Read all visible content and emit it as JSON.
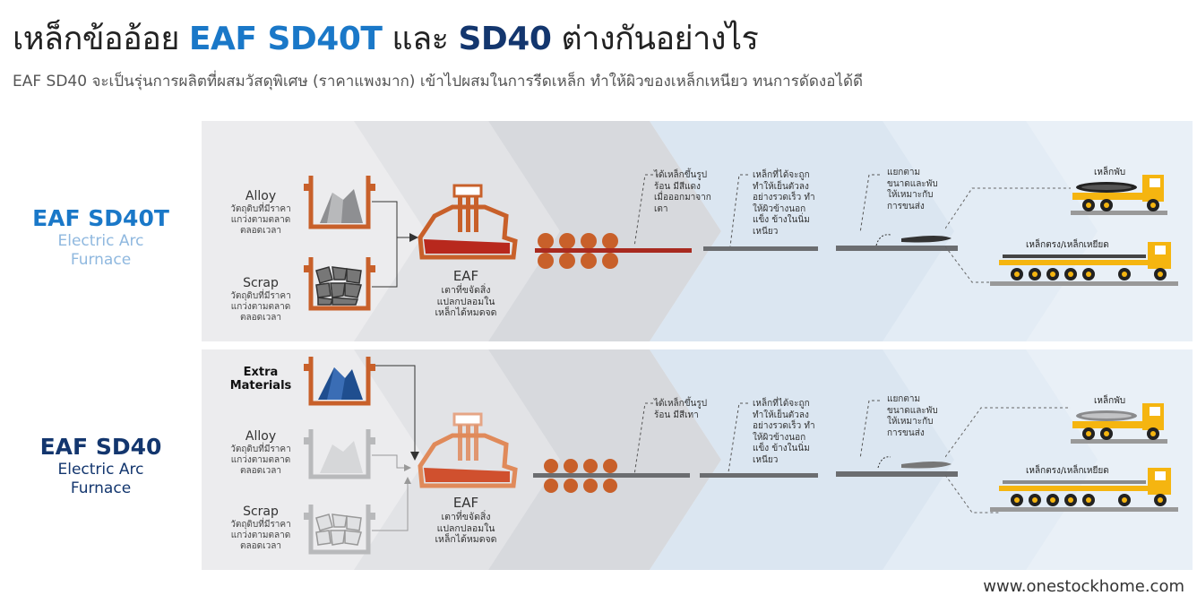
{
  "header": {
    "title_prefix": "เหล็กข้ออ้อย",
    "title_product_a": "EAF SD40T",
    "title_mid": "และ",
    "title_product_b": "SD40",
    "title_suffix": "ต่างกันอย่างไร",
    "subtitle": "EAF SD40 จะเป็นรุ่นการผลิตที่ผสมวัสดุพิเศษ (ราคาแพงมาก) เข้าไปผสมในการรีดเหล็ก ทำให้ผิวของเหล็กเหนียว ทนการดัดงอได้ดี"
  },
  "rows": [
    {
      "product": "EAF SD40T",
      "product_line1": "Electric Arc",
      "product_line2": "Furnace",
      "accent": "#1a78c8",
      "extra_material": null,
      "alloy_name": "Alloy",
      "alloy_desc": [
        "วัตถุดิบที่มีราคา",
        "แกว่งตามตลาด",
        "ตลอดเวลา"
      ],
      "scrap_name": "Scrap",
      "scrap_desc": [
        "วัตถุดิบที่มีราคา",
        "แกว่งตามตลาด",
        "ตลอดเวลา"
      ],
      "eaf_name": "EAF",
      "eaf_desc": [
        "เตาที่ขจัดสิ่ง",
        "แปลกปลอมใน",
        "เหล็กได้หมดจด"
      ],
      "step1": [
        "ได้เหล็กขึ้นรูป",
        "ร้อน มีสีแดง",
        "เมื่อออกมาจาก",
        "เตา"
      ],
      "step2": [
        "เหล็กที่ได้จะถูก",
        "ทำให้เย็นตัวลง",
        "อย่างรวดเร็ว ทำ",
        "ให้ผิวข้างนอก",
        "แข็ง ข้างในนิ่ม",
        "เหนียว"
      ],
      "step3": [
        "แยกตาม",
        "ขนาดและพับ",
        "ให้เหมาะกับ",
        "การขนส่ง"
      ],
      "truck_folded": "เหล็กพับ",
      "truck_straight": "เหล็กตรง/เหล็กเหยียด"
    },
    {
      "product": "EAF SD40",
      "product_line1": "Electric Arc",
      "product_line2": "Furnace",
      "accent": "#13366e",
      "extra_material": [
        "Extra",
        "Materials"
      ],
      "alloy_name": "Alloy",
      "alloy_desc": [
        "วัตถุดิบที่มีราคา",
        "แกว่งตามตลาด",
        "ตลอดเวลา"
      ],
      "scrap_name": "Scrap",
      "scrap_desc": [
        "วัตถุดิบที่มีราคา",
        "แกว่งตามตลาด",
        "ตลอดเวลา"
      ],
      "eaf_name": "EAF",
      "eaf_desc": [
        "เตาที่ขจัดสิ่ง",
        "แปลกปลอมใน",
        "เหล็กได้หมดจด"
      ],
      "step1": [
        "ได้เหล็กขึ้นรูป",
        "ร้อน มีสีเทา"
      ],
      "step2": [
        "เหล็กที่ได้จะถูก",
        "ทำให้เย็นตัวลง",
        "อย่างรวดเร็ว ทำ",
        "ให้ผิวข้างนอก",
        "แข็ง ข้างในนิ่ม",
        "เหนียว"
      ],
      "step3": [
        "แยกตาม",
        "ขนาดและพับ",
        "ให้เหมาะกับ",
        "การขนส่ง"
      ],
      "truck_folded": "เหล็กพับ",
      "truck_straight": "เหล็กตรง/เหล็กเหยียด"
    }
  ],
  "colors": {
    "ladle": "#c8602a",
    "molten": "#b8281d",
    "bar_hot": "#a82a1f",
    "bar_grey": "#6b6d70",
    "truck_yellow": "#f5b510",
    "extra_material": "#1f4e8f"
  },
  "footer": {
    "url": "www.onestockhome.com"
  }
}
